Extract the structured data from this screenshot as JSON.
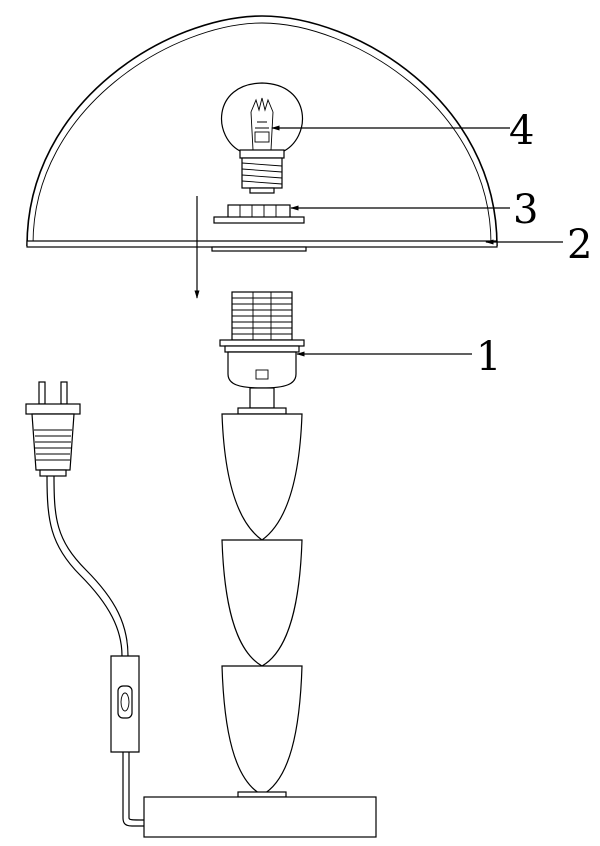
{
  "diagram": {
    "callouts": [
      {
        "id": "1",
        "label": "1",
        "part": "lamp-socket"
      },
      {
        "id": "2",
        "label": "2",
        "part": "lamp-shade"
      },
      {
        "id": "3",
        "label": "3",
        "part": "shade-ring"
      },
      {
        "id": "4",
        "label": "4",
        "part": "light-bulb"
      }
    ]
  }
}
